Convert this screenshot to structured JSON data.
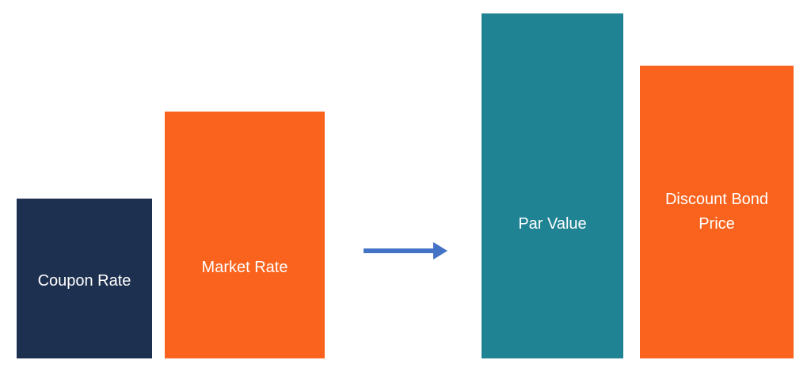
{
  "diagram": {
    "before": {
      "coupon_rate": {
        "label": "Coupon Rate",
        "color": "#1e3050"
      },
      "market_rate": {
        "label": "Market Rate",
        "color": "#fa631d"
      }
    },
    "arrow": {
      "icon": "right-arrow-icon",
      "color": "#4472c4"
    },
    "after": {
      "par_value": {
        "label": "Par Value",
        "color": "#1f8394"
      },
      "discount_bond_price": {
        "label": "Discount Bond Price",
        "color": "#fa631d"
      }
    }
  }
}
